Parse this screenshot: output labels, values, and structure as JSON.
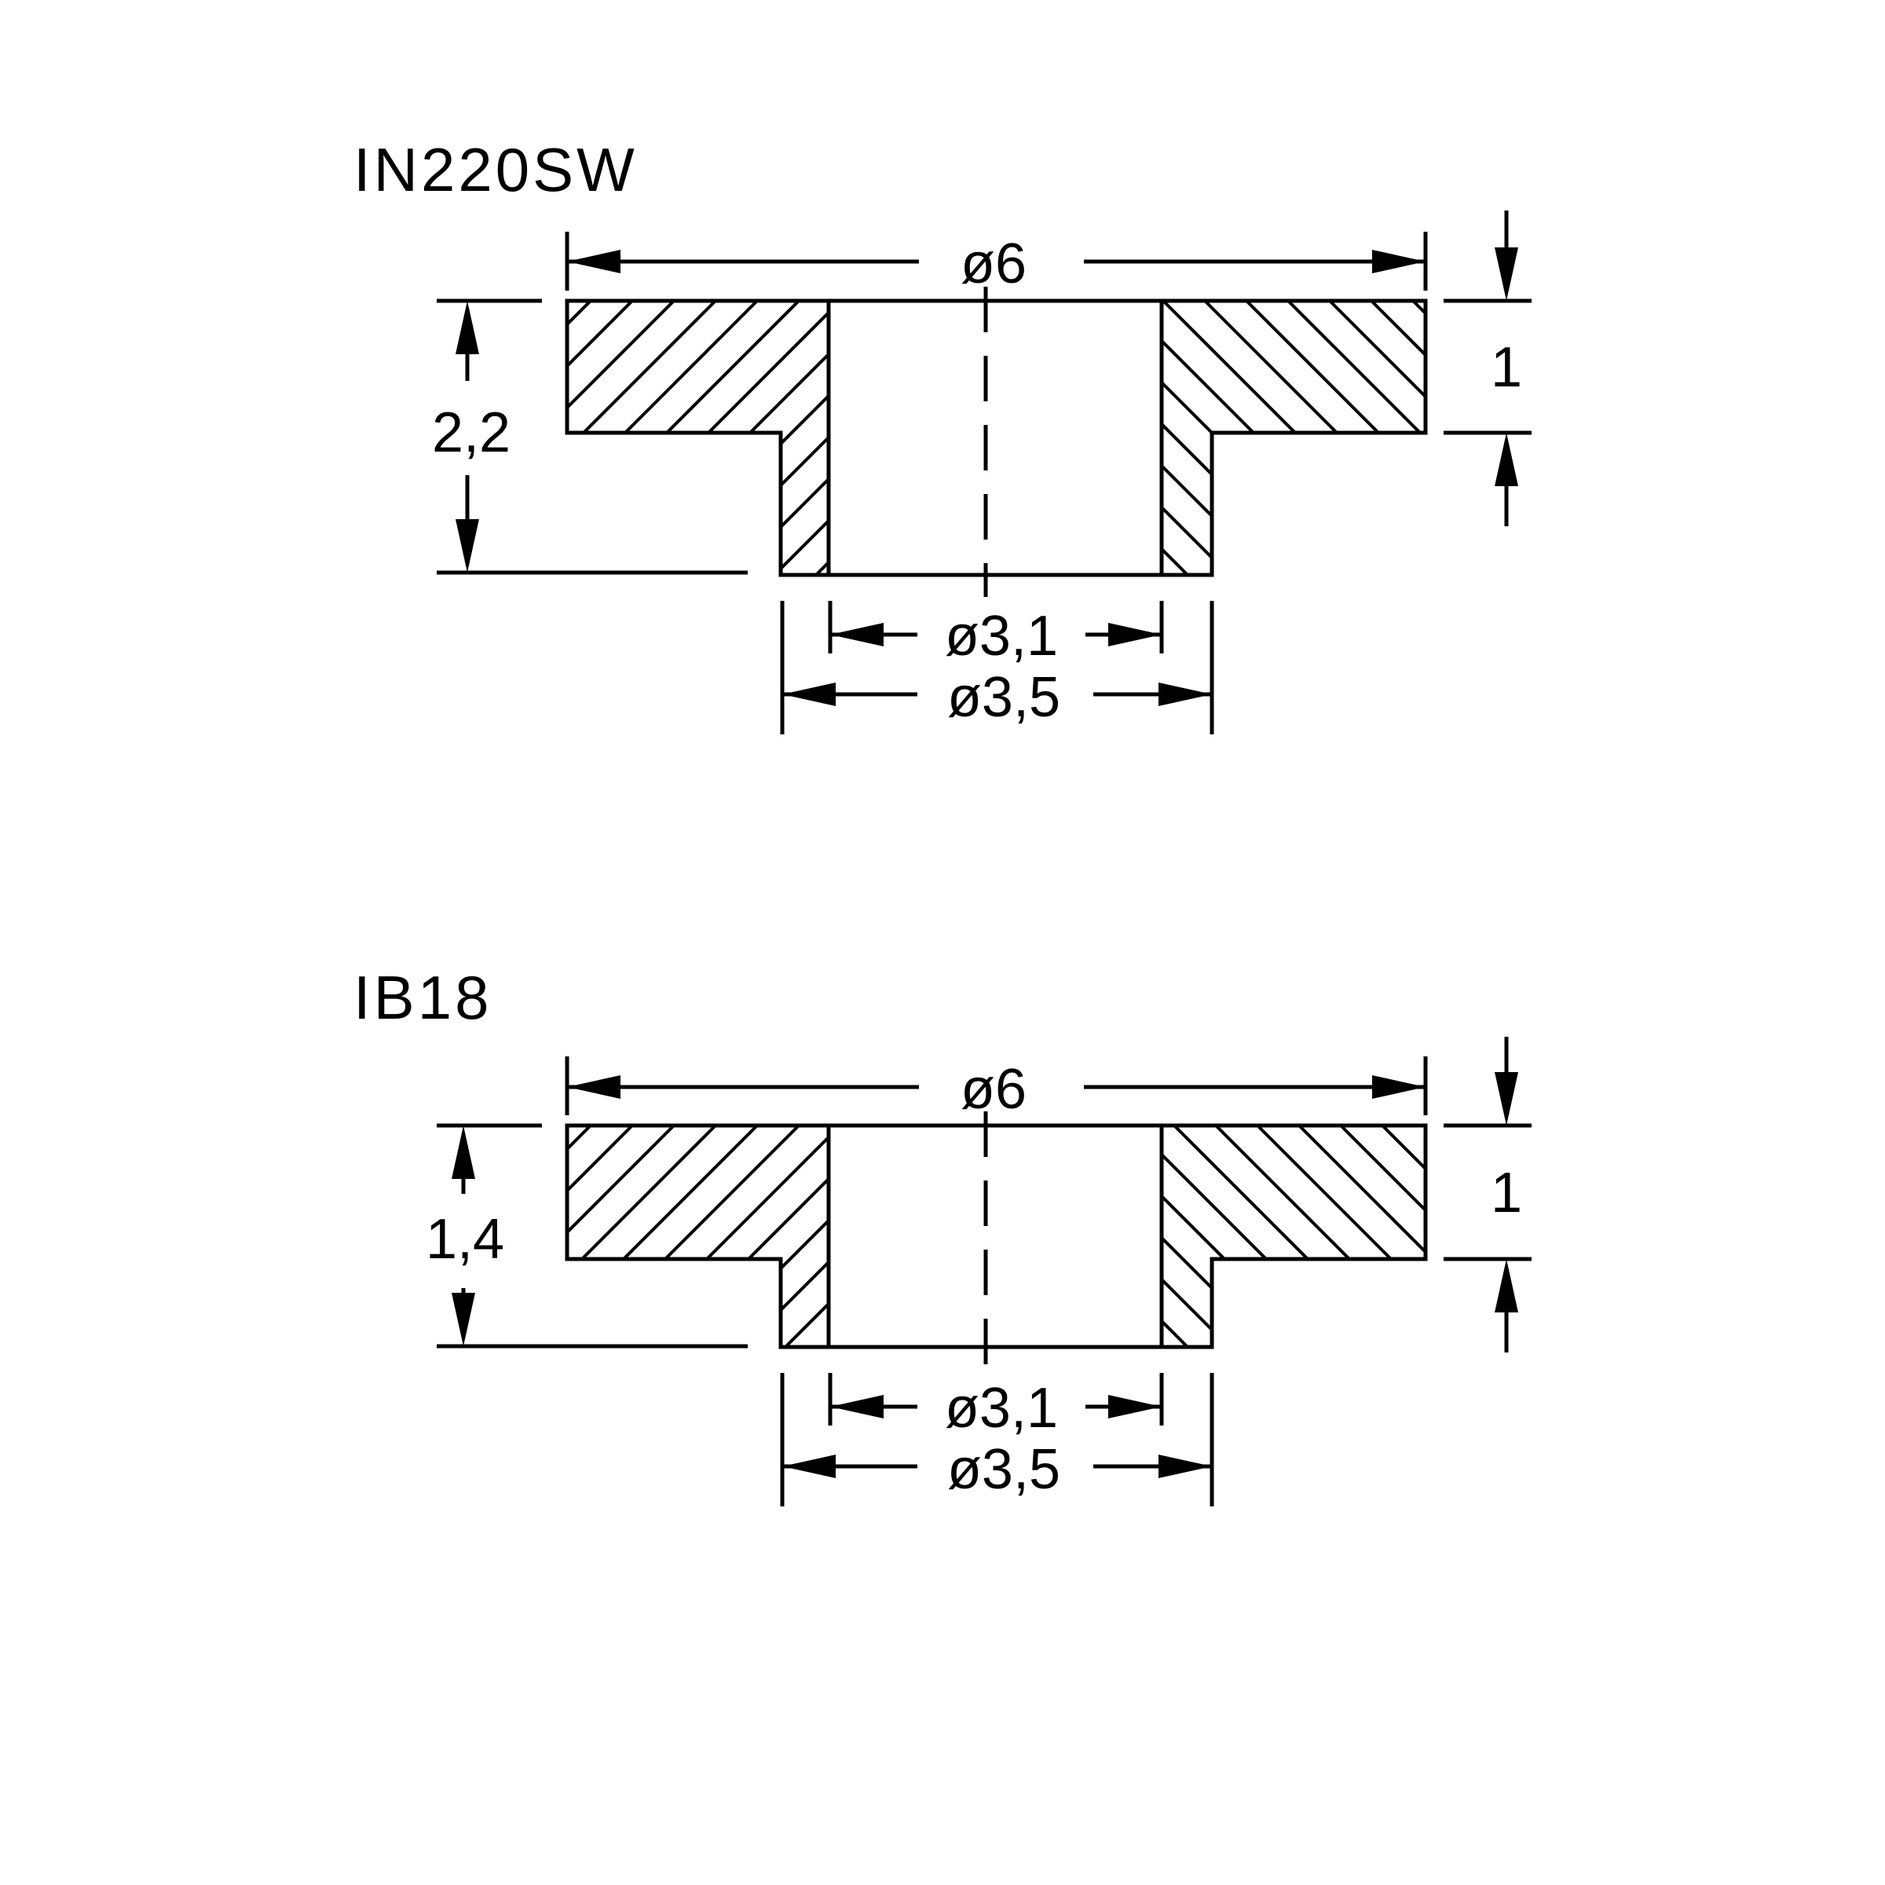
{
  "colors": {
    "ink": "#000000",
    "paper": "#ffffff"
  },
  "parts": [
    {
      "id": "in220sw",
      "title": "IN220SW",
      "dims": {
        "outer_diameter": "ø6",
        "flange_thickness": "1",
        "total_height": "2,2",
        "inner_diameter": "ø3,1",
        "shank_diameter": "ø3,5"
      }
    },
    {
      "id": "ib18",
      "title": "IB18",
      "dims": {
        "outer_diameter": "ø6",
        "flange_thickness": "1",
        "total_height": "1,4",
        "inner_diameter": "ø3,1",
        "shank_diameter": "ø3,5"
      }
    }
  ]
}
